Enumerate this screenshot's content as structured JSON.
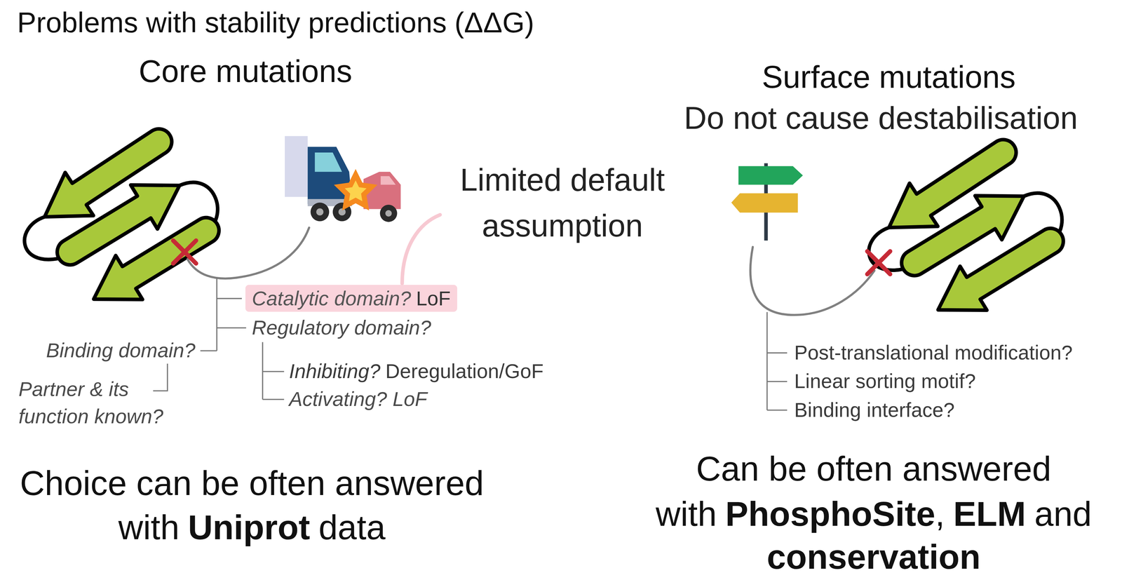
{
  "diagram": {
    "title": "Problems with stability predictions (ΔΔG)",
    "nodes": [
      {
        "text": [
          "Catalytic domain?",
          "LoF"
        ]
      }
    ],
    "labels": [
      "Core mutations",
      "Surface mutations",
      "Do not cause destabilisation",
      "Limited default assumption",
      "Regulatory domain?",
      "Binding domain?",
      "Partner & its function known?",
      "Inhibiting?",
      "Deregulation/GoF",
      "Activating? LoF",
      "Choice can be often answered",
      "with",
      "Uniprot",
      "data",
      "Post-translational modification?",
      "Linear sorting motif?",
      "Binding interface?",
      "Can be often answered",
      "with",
      "PhosphoSite",
      ",",
      "ELM",
      "and",
      "conservation"
    ]
  }
}
